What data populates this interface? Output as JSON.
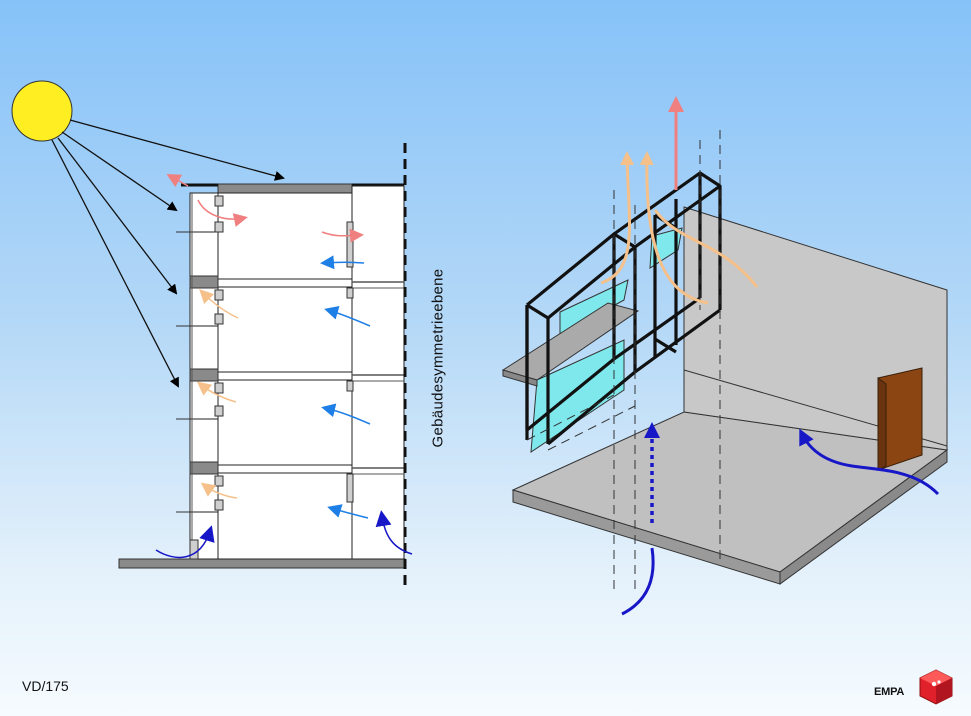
{
  "labels": {
    "symmetry_plane": "Gebäudesymmetrieebene",
    "slide_number": "VD/175",
    "logo": "EMPA"
  },
  "colors": {
    "sun": "#ffee22",
    "warm_exhaust": "#f08080",
    "warm_air": "#f5c08a",
    "cool_air": "#1e7fe6",
    "fresh_air": "#1717c8",
    "glass": "#7fe8ec",
    "door": "#8b4513",
    "floor": "#c0c0c0",
    "wall": "#c8c8c8",
    "logo_red": "#e0202a"
  },
  "icons": {
    "sun": "sun-icon",
    "logo": "empa-logo-icon"
  }
}
